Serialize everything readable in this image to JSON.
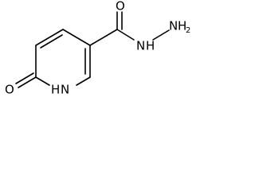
{
  "molecule": {
    "atoms": {
      "oxygen_carbonyl": "O",
      "oxygen_ring": "O",
      "nh_ring": "N",
      "nh_ring_h": "H",
      "nh_hydrazide": "N",
      "nh_hydrazide_h": "H",
      "nh2_n": "N",
      "nh2_h": "H",
      "nh2_sub": "2"
    },
    "colors": {
      "bond": "#000000",
      "label": "#000000"
    }
  }
}
